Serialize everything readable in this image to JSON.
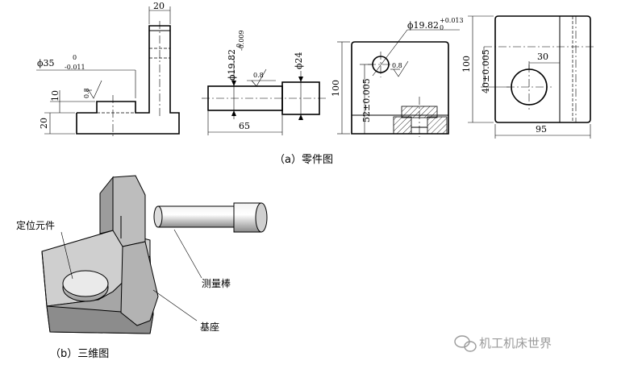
{
  "part_a": {
    "caption": "（a）零件图",
    "view1": {
      "dim_top": "20",
      "dim_dia35": "ϕ35",
      "dim_dia35_tol": "-0.011",
      "dim_dia35_tol_upper": "0",
      "dim_10": "10",
      "dim_20": "20",
      "rough": "0.8"
    },
    "view2": {
      "dim_dia19": "ϕ19.82",
      "dim_dia19_tol_upper": "0",
      "dim_dia19_tol_lower": "-0.009",
      "dim_dia24": "ϕ24",
      "dim_65": "65",
      "rough": "0.8"
    },
    "view3": {
      "dim_hole": "ϕ19.82",
      "dim_hole_tol_upper": "+0.013",
      "dim_hole_tol_lower": "0",
      "dim_100": "100",
      "dim_52": "52±0.005",
      "rough": "0.8"
    },
    "view4": {
      "dim_100": "100",
      "dim_40": "40±0.005",
      "dim_30": "30",
      "dim_95": "95"
    }
  },
  "part_b": {
    "caption": "（b）三维图",
    "label_locator": "定位元件",
    "label_rod": "测量棒",
    "label_base": "基座"
  },
  "watermark": "机工机床世界",
  "colors": {
    "ink": "#000000",
    "shade_light": "#d9d9d9",
    "shade_mid": "#bfbfbf",
    "shade_dark": "#8c8c8c"
  }
}
